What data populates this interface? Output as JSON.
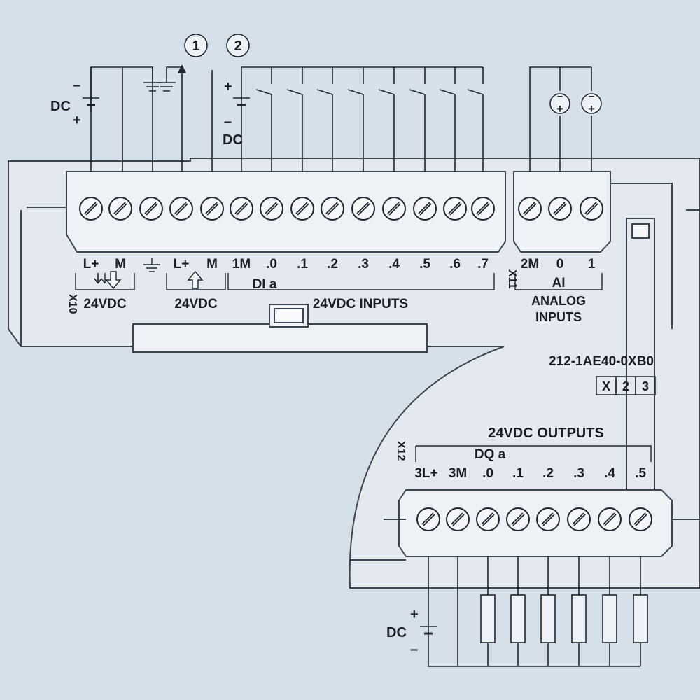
{
  "callouts": [
    "1",
    "2"
  ],
  "supply_power": {
    "label": "DC",
    "plus": "+",
    "minus": "–"
  },
  "supply_inputs": {
    "label": "DC",
    "plus": "+",
    "minus": "–"
  },
  "supply_outputs": {
    "label": "DC",
    "plus": "+",
    "minus": "–"
  },
  "analog_sources": [
    {
      "minus": "–",
      "plus": "+"
    },
    {
      "minus": "–",
      "plus": "+"
    }
  ],
  "connector_ids": {
    "x10": "X10",
    "x11": "X11",
    "x12": "X12"
  },
  "power_block": {
    "terminals": [
      "L+",
      "M",
      "⏚",
      "L+",
      "M"
    ],
    "group_in": "24VDC",
    "group_out": "24VDC"
  },
  "digital_inputs": {
    "terminals": [
      "1M",
      ".0",
      ".1",
      ".2",
      ".3",
      ".4",
      ".5",
      ".6",
      ".7"
    ],
    "group": "DI a",
    "title": "24VDC INPUTS"
  },
  "analog_inputs": {
    "terminals": [
      "2M",
      "0",
      "1"
    ],
    "group": "AI",
    "title_line1": "ANALOG",
    "title_line2": "INPUTS"
  },
  "part_number": "212-1AE40-0XB0",
  "version_boxes": [
    "X",
    "2",
    "3"
  ],
  "digital_outputs": {
    "title": "24VDC OUTPUTS",
    "group": "DQ a",
    "terminals": [
      "3L+",
      "3M",
      ".0",
      ".1",
      ".2",
      ".3",
      ".4",
      ".5"
    ]
  }
}
